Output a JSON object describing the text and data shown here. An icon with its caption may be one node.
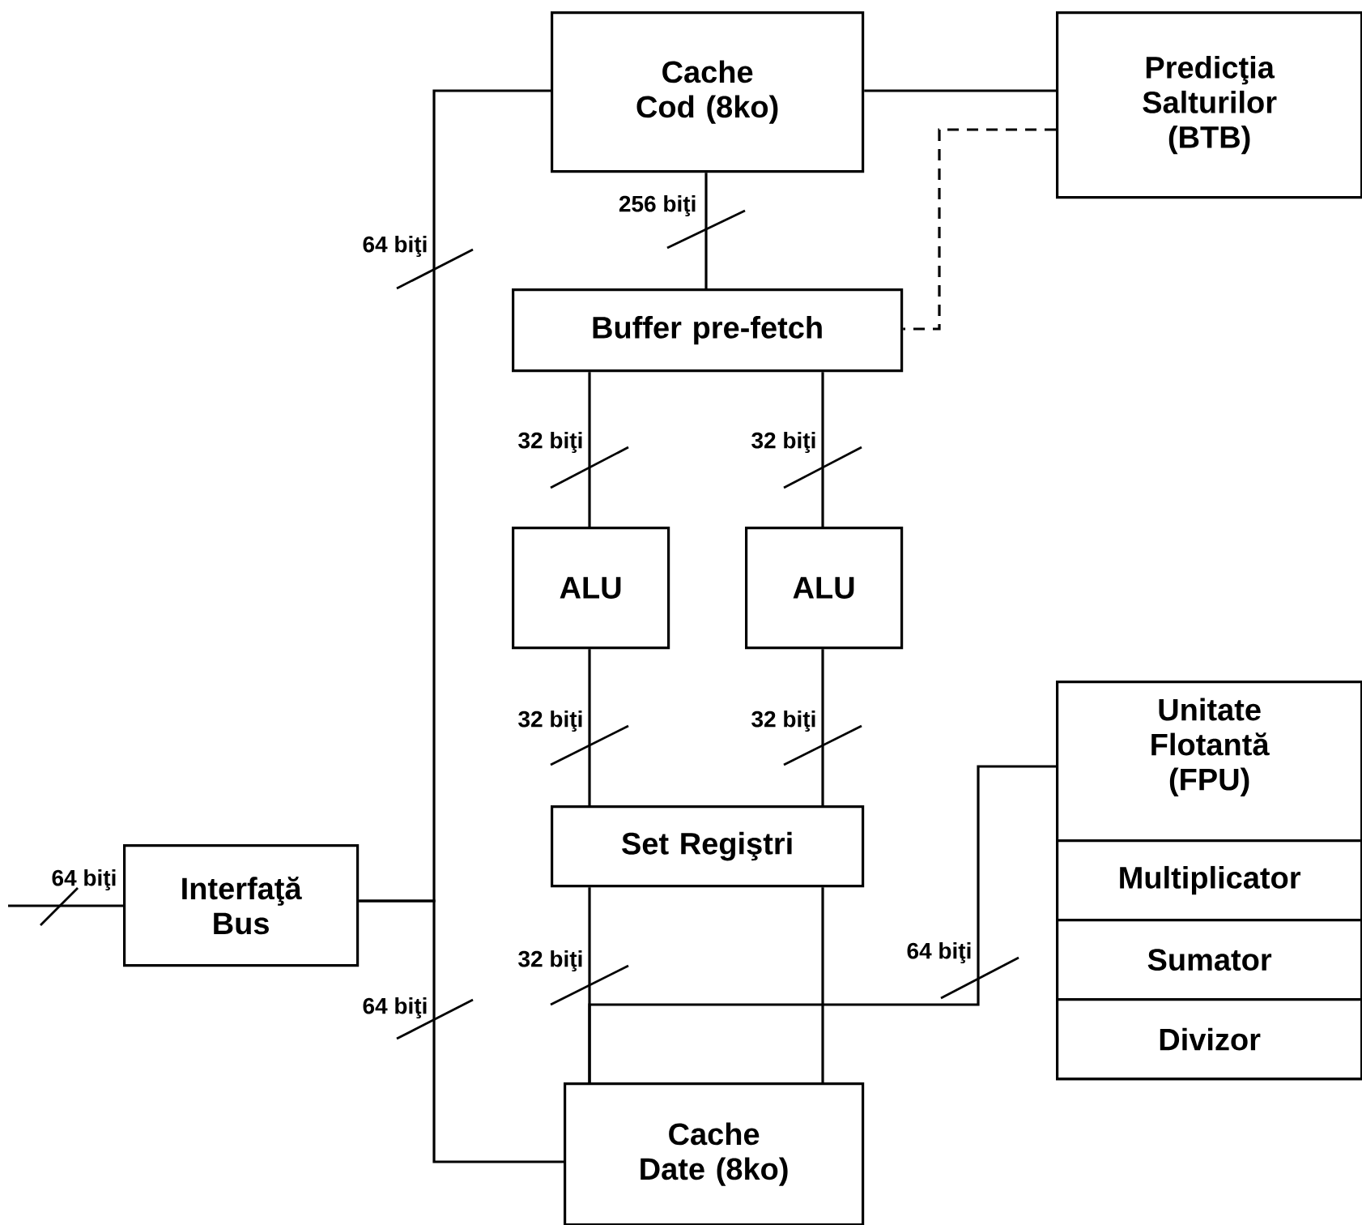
{
  "diagram": {
    "nodes": [
      {
        "text": [
          "Cache Cod (8ko)"
        ]
      },
      {
        "text": [
          "Predicţia Salturilor (BTB)"
        ]
      },
      {
        "text": [
          "Buffer pre-fetch"
        ]
      },
      {
        "text": [
          "ALU"
        ]
      },
      {
        "text": [
          "ALU"
        ]
      },
      {
        "text": [
          "Set Regiştri"
        ]
      },
      {
        "text": [
          "Interfaţă Bus"
        ]
      },
      {
        "text": [
          "Unitate Flotantă (FPU)"
        ]
      },
      {
        "text": [
          "Multiplicator"
        ],
        "in": 7
      },
      {
        "text": [
          "Sumator"
        ],
        "in": 7
      },
      {
        "text": [
          "Divizor"
        ],
        "in": 7
      },
      {
        "text": [
          "Cache Date (8ko)"
        ]
      }
    ],
    "edges": [
      {
        "from": 0,
        "to": 2,
        "arrow": "none",
        "label": "256 biţi"
      },
      {
        "from": 0,
        "to": 1,
        "arrow": "none"
      },
      {
        "from": 1,
        "to": 2,
        "arrow": "none",
        "style": "dashed"
      },
      {
        "from": 2,
        "to": 3,
        "arrow": "none",
        "label": "32 biţi"
      },
      {
        "from": 2,
        "to": 4,
        "arrow": "none",
        "label": "32 biţi"
      },
      {
        "from": 3,
        "to": 5,
        "arrow": "none",
        "label": "32 biţi"
      },
      {
        "from": 4,
        "to": 5,
        "arrow": "none",
        "label": "32 biţi"
      },
      {
        "from": 5,
        "to": 11,
        "arrow": "none",
        "label": "32 biţi"
      },
      {
        "from": 5,
        "to": 11,
        "arrow": "none"
      },
      {
        "from": 7,
        "to": 11,
        "arrow": "none",
        "label": "64 biţi"
      },
      {
        "from": 6,
        "to": 0,
        "arrow": "none",
        "label": "64 biţi"
      },
      {
        "from": 6,
        "to": 11,
        "arrow": "none",
        "label": "64 biţi"
      },
      {
        "from": null,
        "to": 6,
        "arrow": "none",
        "label": "64 biţi"
      }
    ]
  }
}
